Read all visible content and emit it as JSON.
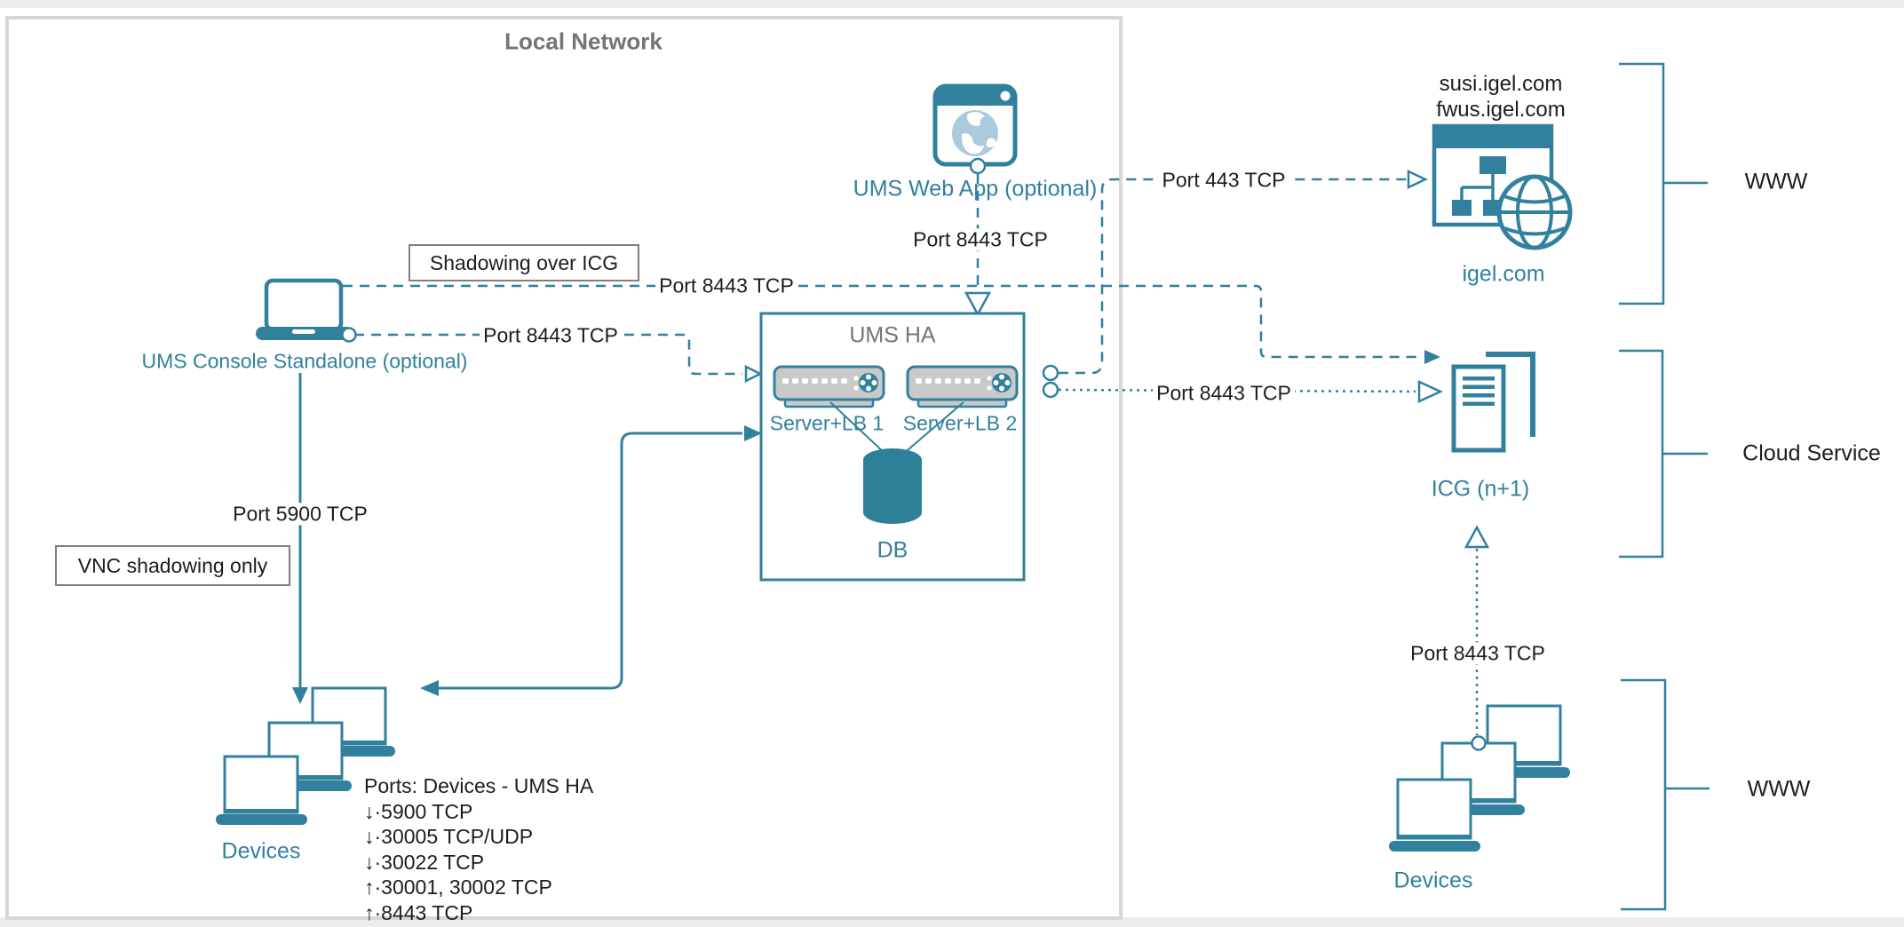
{
  "frame": {
    "title": "Local Network"
  },
  "nodes": {
    "ums_console": {
      "label": "UMS Console Standalone (optional)"
    },
    "ums_web_app": {
      "label": "UMS Web App (optional)"
    },
    "ums_ha": {
      "title": "UMS HA",
      "server1": "Server+LB 1",
      "server2": "Server+LB 2",
      "db": "DB"
    },
    "igel": {
      "domain1": "susi.igel.com",
      "domain2": "fwus.igel.com",
      "label": "igel.com"
    },
    "icg": {
      "label": "ICG (n+1)"
    },
    "devices_left": {
      "label": "Devices"
    },
    "devices_right": {
      "label": "Devices"
    }
  },
  "edge_labels": {
    "port_8443_shadowing": "Port 8443 TCP",
    "port_8443_console": "Port 8443 TCP",
    "port_8443_webapp": "Port 8443 TCP",
    "port_443": "Port 443 TCP",
    "port_8443_icg": "Port 8443 TCP",
    "port_5900": "Port 5900 TCP",
    "port_8443_devices": "Port 8443 TCP"
  },
  "callouts": {
    "shadowing": "Shadowing over ICG",
    "vnc": "VNC shadowing only"
  },
  "zones": {
    "www_top": "WWW",
    "cloud_service": "Cloud Service",
    "www_bottom": "WWW"
  },
  "ports_list": {
    "title": "Ports: Devices - UMS HA",
    "items": [
      "↓·5900 TCP",
      "↓·30005 TCP/UDP",
      "↓·30022 TCP",
      "↑·30001, 30002 TCP",
      "↑·8443 TCP"
    ]
  },
  "colors": {
    "teal": "#31809e",
    "globe_light_blue": "#a9cbdc",
    "server_gray": "#c9c9c9",
    "frame_gray": "#d6d6d6",
    "title_gray": "#757575",
    "text_black": "#1d1d1d"
  }
}
